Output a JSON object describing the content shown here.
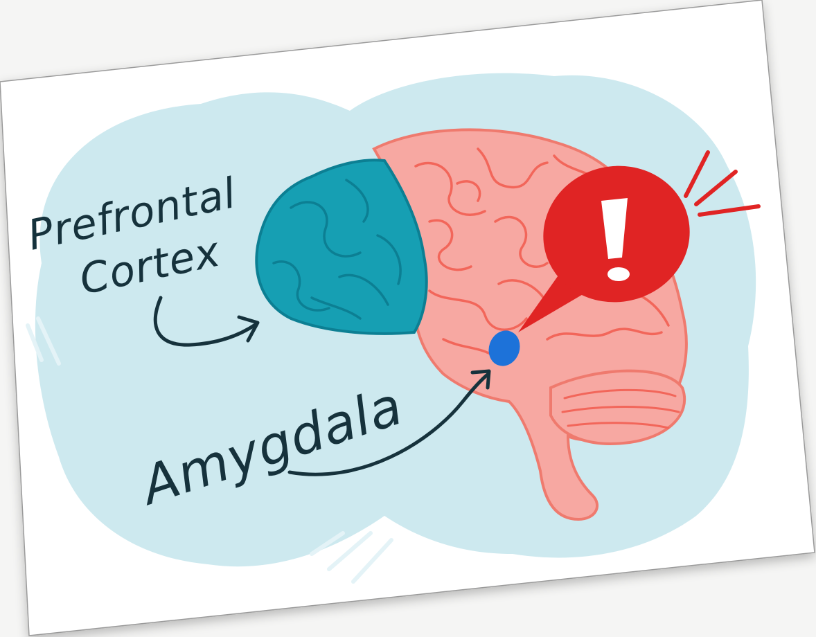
{
  "colors": {
    "page_background": "#f5f5f4",
    "card": "#ffffff",
    "card_border": "#9a9a9a",
    "cloud": "#cde9ef",
    "cloud_streak": "#e4f3f7",
    "brain": "#f7a8a2",
    "brain_outline": "#ef7a6e",
    "gyri": "#f2665a",
    "prefrontal_cortex": "#169fb3",
    "prefrontal_outline": "#0c7f93",
    "amygdala": "#1d72d9",
    "alert": "#e02424",
    "alert_mark": "#ffffff",
    "ink": "#16323c"
  },
  "labels": {
    "prefrontal_line1": "Prefrontal",
    "prefrontal_line2": "Cortex",
    "amygdala": "Amygdala"
  },
  "icons": {
    "alert": "exclamation-mark-icon",
    "arrow": "curved-arrow-icon"
  }
}
